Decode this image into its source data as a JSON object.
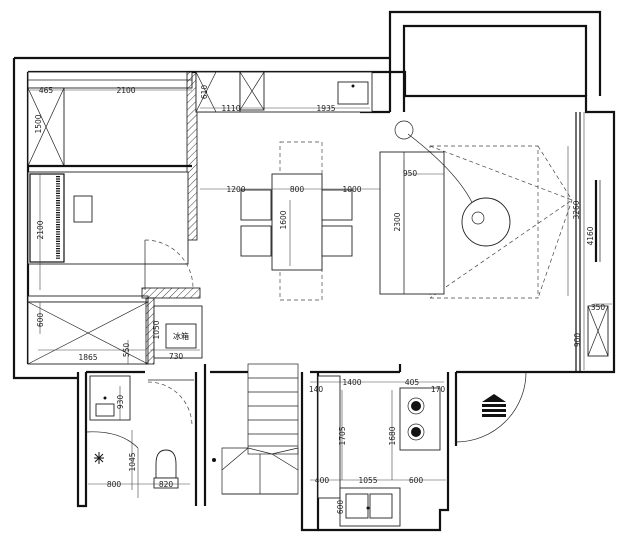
{
  "labels": {
    "fridge": "冰箱"
  },
  "dimensions": {
    "d465": "465",
    "d2100_top": "2100",
    "d610": "610",
    "d1110": "1110",
    "d1935": "1935",
    "d1500": "1500",
    "d1200": "1200",
    "d800_table": "800",
    "d1000": "1000",
    "d950": "950",
    "d1600": "1600",
    "d2300": "2300",
    "d3260": "3260",
    "d4160": "4160",
    "d2100_left": "2100",
    "d600_left": "600",
    "d1050": "1050",
    "d1865": "1865",
    "d550": "550",
    "d730": "730",
    "d350": "350",
    "d900": "900",
    "d930": "930",
    "d1045": "1045",
    "d800_bath": "800",
    "d820": "820",
    "d1400": "1400",
    "d405": "405",
    "d170": "170",
    "d140": "140",
    "d1705": "1705",
    "d1680": "1680",
    "d400": "400",
    "d1055": "1055",
    "d600_kitchen": "600",
    "d600_sink": "600"
  }
}
